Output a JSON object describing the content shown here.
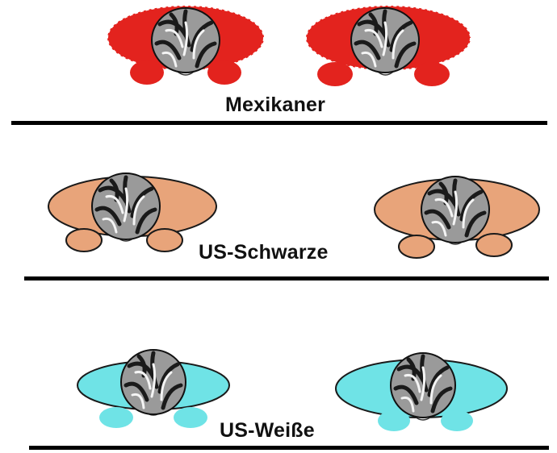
{
  "groups": [
    {
      "label": "Mexikaner",
      "color": "#e3231e",
      "outline": "#ffffff"
    },
    {
      "label": "US-Schwarze",
      "color": "#e8a47a",
      "outline": "#1a1a1a"
    },
    {
      "label": "US-Weiße",
      "color": "#6fe3e6",
      "outline": "#1a1a1a"
    }
  ]
}
